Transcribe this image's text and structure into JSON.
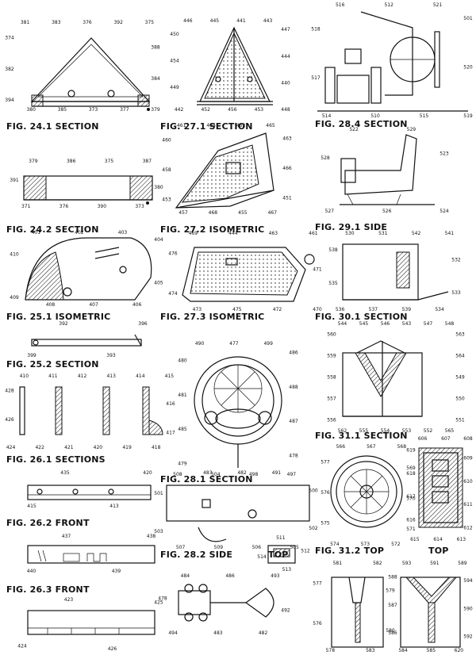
{
  "figures": [
    {
      "id": "fig-24-1",
      "caption": "FIG. 24.1  SECTION",
      "refs": [
        "381",
        "383",
        "376",
        "392",
        "375",
        "388",
        "384",
        "379",
        "377",
        "373",
        "385",
        "380",
        "394",
        "382",
        "374"
      ]
    },
    {
      "id": "fig-27-1",
      "caption": "FIG. 27.1  SECTION",
      "refs": [
        "446",
        "445",
        "441",
        "443",
        "447",
        "444",
        "440",
        "448",
        "453",
        "456",
        "452",
        "442",
        "449",
        "454",
        "450"
      ]
    },
    {
      "id": "fig-28-4",
      "caption": "FIG. 28.4  SECTION",
      "refs": [
        "516",
        "512",
        "521",
        "501",
        "520",
        "519",
        "515",
        "510",
        "514",
        "517",
        "518"
      ]
    },
    {
      "id": "fig-24-2",
      "caption": "FIG. 24.2  SECTION",
      "refs": [
        "379",
        "386",
        "375",
        "387",
        "380",
        "373",
        "390",
        "376",
        "371",
        "391"
      ]
    },
    {
      "id": "fig-27-2",
      "caption": "FIG. 27.2  ISOMETRIC",
      "refs": [
        "461",
        "464",
        "462",
        "465",
        "463",
        "466",
        "451",
        "467",
        "455",
        "468",
        "457",
        "453",
        "458",
        "460"
      ]
    },
    {
      "id": "fig-29-1",
      "caption": "FIG. 29.1  SIDE",
      "refs": [
        "522",
        "529",
        "523",
        "524",
        "526",
        "527",
        "528"
      ]
    },
    {
      "id": "fig-25-1",
      "caption": "FIG. 25.1  ISOMETRIC",
      "refs": [
        "401",
        "402",
        "403",
        "404",
        "405",
        "406",
        "407",
        "408",
        "409",
        "410"
      ]
    },
    {
      "id": "fig-27-3",
      "caption": "FIG. 27.3  ISOMETRIC",
      "refs": [
        "469",
        "444",
        "463",
        "461",
        "471",
        "470",
        "472",
        "475",
        "473",
        "474",
        "476"
      ]
    },
    {
      "id": "fig-30-1",
      "caption": "FIG. 30.1  SECTION",
      "refs": [
        "530",
        "531",
        "542",
        "541",
        "532",
        "533",
        "534",
        "539",
        "537",
        "536",
        "535",
        "538"
      ]
    },
    {
      "id": "fig-25-2",
      "caption": "FIG. 25.2  SECTION",
      "refs": [
        "392",
        "396",
        "393",
        "399"
      ]
    },
    {
      "id": "fig-28-1",
      "caption": "FIG. 28.1  SECTION",
      "refs": [
        "490",
        "477",
        "499",
        "486",
        "488",
        "487",
        "478",
        "491",
        "482",
        "483",
        "479",
        "485",
        "481",
        "480"
      ]
    },
    {
      "id": "fig-31-1",
      "caption": "FIG. 31.1  SECTION",
      "refs": [
        "544",
        "545",
        "546",
        "543",
        "547",
        "548",
        "563",
        "564",
        "549",
        "550",
        "551",
        "565",
        "552",
        "553",
        "554",
        "555",
        "562",
        "556",
        "557",
        "558",
        "559",
        "560"
      ]
    },
    {
      "id": "fig-26-1",
      "caption": "FIG. 26.1  SECTIONS",
      "refs": [
        "410",
        "411",
        "412",
        "413",
        "414",
        "415",
        "416",
        "417",
        "418",
        "419",
        "420",
        "421",
        "422",
        "424",
        "426",
        "428"
      ]
    },
    {
      "id": "fig-26-2",
      "caption": "FIG. 26.2  FRONT",
      "refs": [
        "435",
        "420",
        "413",
        "415"
      ]
    },
    {
      "id": "fig-28-2",
      "caption": "FIG. 28.2  SIDE",
      "refs": [
        "508",
        "504",
        "498",
        "497",
        "500",
        "502",
        "505",
        "506",
        "509",
        "507",
        "503",
        "501"
      ]
    },
    {
      "id": "fig-28-2-top",
      "caption": "TOP",
      "refs": [
        "511",
        "512",
        "513",
        "514"
      ]
    },
    {
      "id": "fig-31-2",
      "caption": "FIG. 31.2  TOP",
      "refs": [
        "566",
        "567",
        "568",
        "569",
        "570",
        "571",
        "572",
        "573",
        "574",
        "575",
        "576",
        "577"
      ]
    },
    {
      "id": "fig-31-2-top",
      "caption": "TOP",
      "refs": [
        "606",
        "607",
        "608",
        "609",
        "610",
        "611",
        "612",
        "613",
        "614",
        "615",
        "616",
        "617",
        "618",
        "619"
      ]
    },
    {
      "id": "fig-26-3",
      "caption": "FIG. 26.3  FRONT",
      "refs": [
        "437",
        "438",
        "439",
        "440"
      ]
    },
    {
      "id": "fig-bottom-a",
      "caption": "",
      "refs": [
        "484",
        "486",
        "493",
        "492",
        "482",
        "483",
        "494",
        "478"
      ]
    },
    {
      "id": "fig-bottom-b",
      "caption": "",
      "refs": [
        "581",
        "582",
        "579",
        "580",
        "583",
        "578",
        "576",
        "577"
      ]
    },
    {
      "id": "fig-bottom-c",
      "caption": "",
      "refs": [
        "593",
        "591",
        "589",
        "594",
        "590",
        "592",
        "620",
        "585",
        "584",
        "586",
        "587",
        "588"
      ]
    },
    {
      "id": "fig-bottom-d",
      "caption": "",
      "refs": [
        "423",
        "425",
        "426",
        "424"
      ]
    }
  ]
}
